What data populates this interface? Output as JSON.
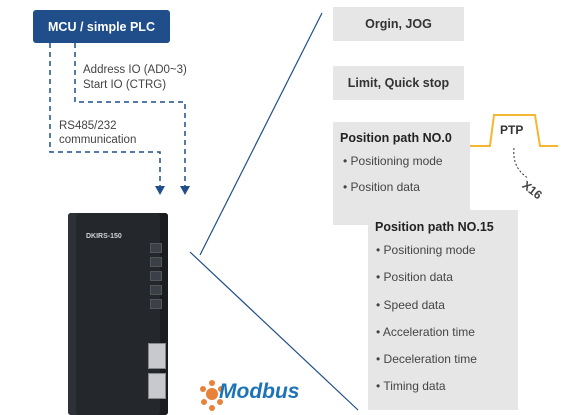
{
  "controller": {
    "label": "MCU / simple PLC"
  },
  "signals": {
    "address_io": "Address IO (AD0~3)",
    "start_io": "Start IO (CTRG)",
    "comm_line1": "RS485/232",
    "comm_line2": "communication"
  },
  "driver": {
    "model_text": "DKIRS-150"
  },
  "function_boxes": {
    "origin_jog": "Orgin, JOG",
    "limit_stop": "Limit, Quick stop"
  },
  "path0": {
    "title": "Position path NO.0",
    "items": [
      "Positioning mode",
      "Position data"
    ]
  },
  "ptp": {
    "label": "PTP",
    "multiplier": "X16"
  },
  "path15": {
    "title": "Position path NO.15",
    "items": [
      "Positioning mode",
      "Position data",
      "Speed data",
      "Acceleration time",
      "Deceleration time",
      "Timing data"
    ]
  },
  "modbus": {
    "label": "Modbus"
  },
  "colors": {
    "controller_bg": "#1f4e8a",
    "connector_dashed": "#1f4e8a",
    "ptp_outline": "#f5b731",
    "modbus_text": "#1d73b8",
    "modbus_logo": "#e8823a",
    "box_gray": "#e6e6e6"
  }
}
